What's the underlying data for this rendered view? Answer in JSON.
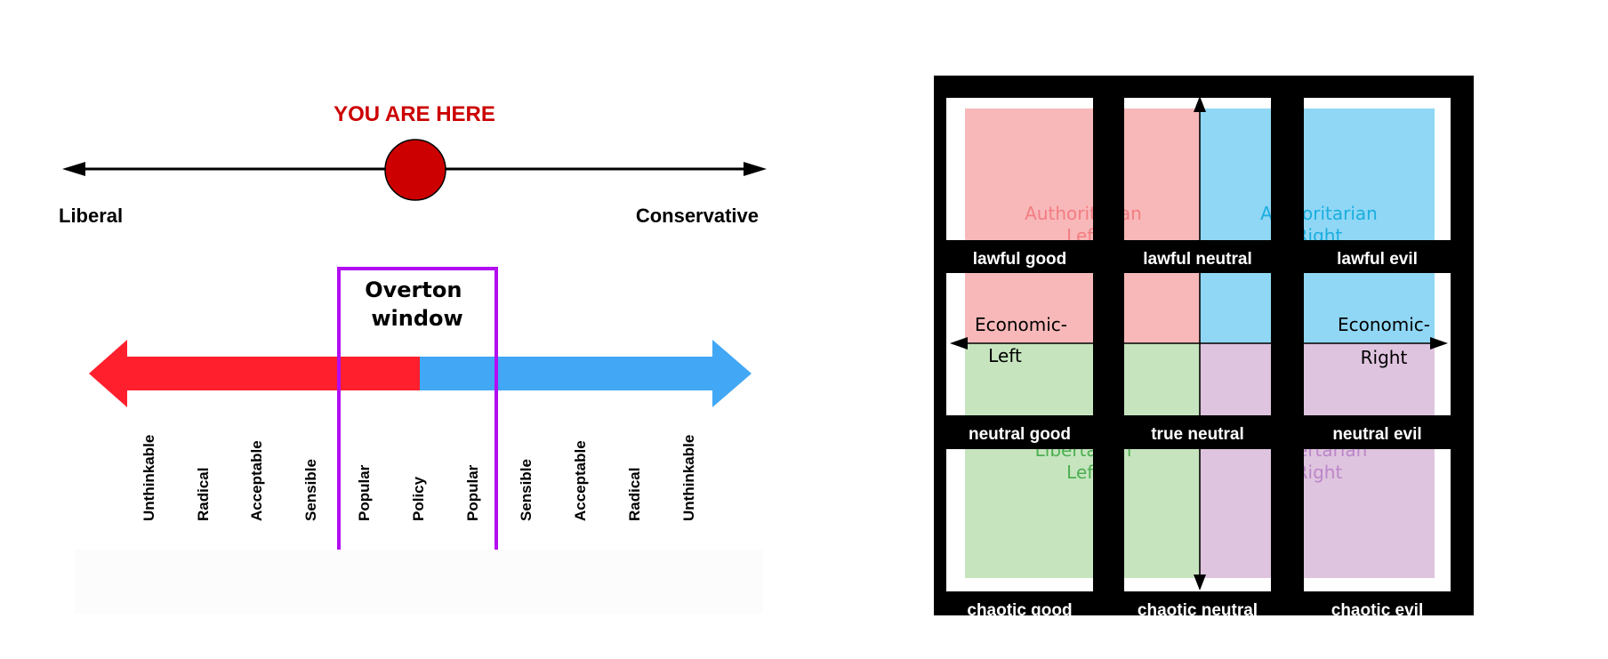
{
  "spectrum": {
    "you_are_here": "YOU ARE HERE",
    "left_label": "Liberal",
    "right_label": "Conservative"
  },
  "overton": {
    "title_line1": "Overton",
    "title_line2": "window",
    "scale_labels": [
      "Unthinkable",
      "Radical",
      "Acceptable",
      "Sensible",
      "Popular",
      "Policy",
      "Popular",
      "Sensible",
      "Acceptable",
      "Radical",
      "Unthinkable"
    ]
  },
  "alignment": {
    "cells": [
      "lawful good",
      "lawful neutral",
      "lawful evil",
      "neutral good",
      "true neutral",
      "neutral evil",
      "chaotic good",
      "chaotic neutral",
      "chaotic evil"
    ],
    "quadrants": {
      "auth_left": [
        "Authoritarian",
        "Left"
      ],
      "auth_right": [
        "Authoritarian",
        "Right"
      ],
      "lib_left": [
        "Libertarian",
        "Left"
      ],
      "lib_right": [
        "Libertarian",
        "Right"
      ]
    },
    "axis": {
      "left": [
        "Economic-",
        "Left"
      ],
      "right": [
        "Economic-",
        "Right"
      ]
    }
  },
  "colors": {
    "here_red": "#cc0000",
    "arrow_red": "#ff1f2d",
    "arrow_blue": "#42a7f5",
    "overton_purple": "#b30df2",
    "quad_auth_left": "#f8b8b9",
    "quad_auth_right": "#90d7f5",
    "quad_lib_left": "#c6e5bf",
    "quad_lib_right": "#dfc4df",
    "text_auth_left": "#f27d82",
    "text_auth_right": "#1aaee0",
    "text_lib_left": "#4caf50",
    "text_lib_right": "#bb86c9"
  }
}
